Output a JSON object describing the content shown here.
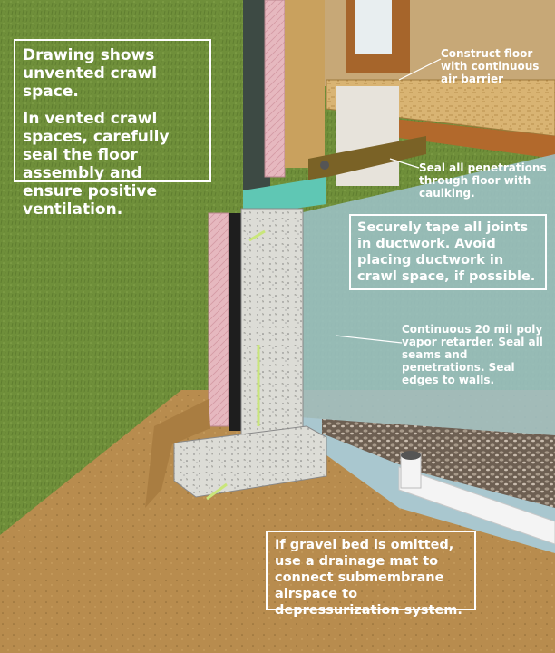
{
  "callouts": {
    "unvented_line1": "Drawing shows unvented crawl space.",
    "unvented_line2": "In vented crawl spaces, carefully seal the floor assembly and ensure positive ventilation.",
    "floor_air_barrier": "Construct floor with continuous air barrier",
    "seal_penetrations": "Seal all penetrations through floor with caulking.",
    "ductwork": "Securely tape all joints in ductwork. Avoid placing ductwork in crawl space, if possible.",
    "vapor_retarder": "Continuous 20 mil poly vapor retarder. Seal all seams and penetrations. Seal edges to walls.",
    "gravel_bed": "If gravel bed is omitted, use a drainage mat to connect submembrane airspace to depressurization system."
  },
  "colors": {
    "grass": "#6f8f3a",
    "soil": "#b88c4e",
    "concrete": "#d9d9d3",
    "foam_insulation": "#e6b8bf",
    "vapor_membrane": "#9ec3cb",
    "sill_seal": "#5fc7b4",
    "osb": "#d9b473",
    "pipe": "#f4f4f4",
    "rebar": "#c9e67a",
    "text": "#ffffff"
  }
}
